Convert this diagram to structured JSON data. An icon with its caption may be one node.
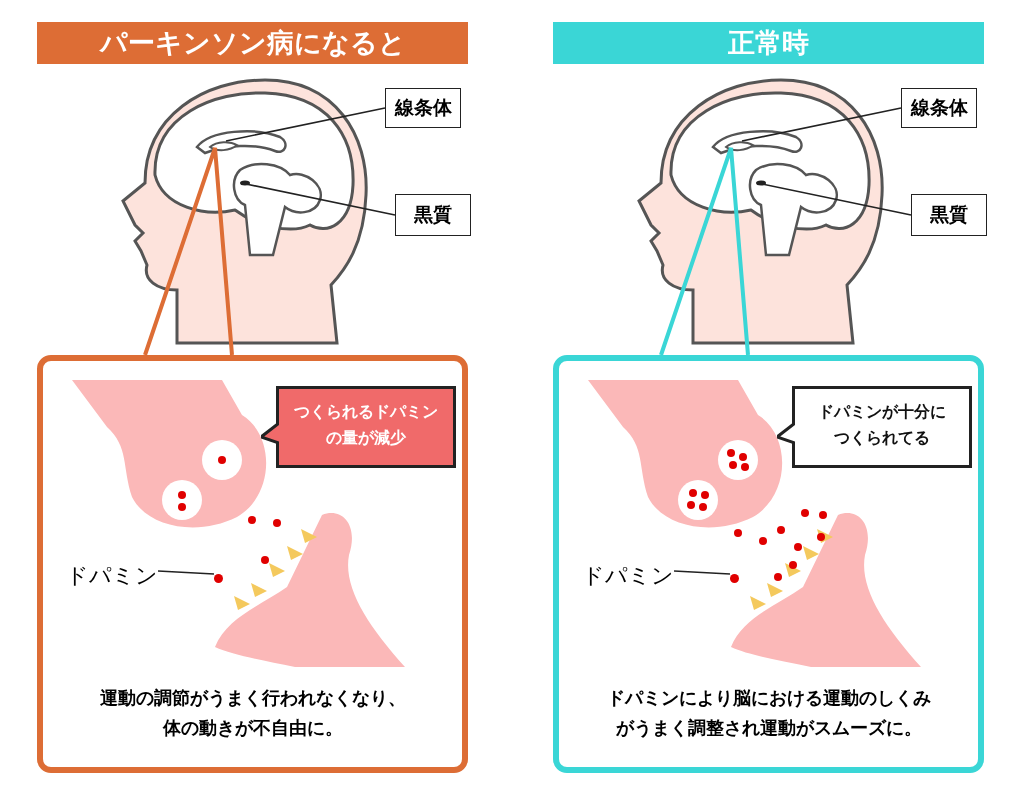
{
  "diagram": {
    "nodes": [
      {
        "text": [
          "パーキンソン病になると"
        ]
      },
      {
        "text": [],
        "shape": "picture"
      },
      {
        "text": [
          "線条体"
        ]
      },
      {
        "text": [
          "黒質"
        ]
      },
      {
        "text": [
          "運動の調節がうまく行われなくなり、体の動きが不自由に。"
        ]
      },
      {
        "text": [
          "つくられるドパミンの量が減少"
        ],
        "in": 4
      },
      {
        "text": [
          "ドパミン"
        ],
        "in": 4
      },
      {
        "text": [],
        "shape": "circle",
        "in": 4
      },
      {
        "text": [
          "正常時"
        ]
      },
      {
        "text": [],
        "shape": "picture"
      },
      {
        "text": [
          "線条体"
        ]
      },
      {
        "text": [
          "黒質"
        ]
      },
      {
        "text": [
          "ドパミンにより脳における運動のしくみがうまく調整され運動がスムーズに。"
        ]
      },
      {
        "text": [
          "ドパミンが十分につくられてる"
        ],
        "in": 12
      },
      {
        "text": [
          "ドパミン"
        ],
        "in": 12
      },
      {
        "text": [],
        "shape": "circle",
        "in": 12
      }
    ],
    "edges": [
      {
        "from": 2,
        "to": 1,
        "arrow": "none"
      },
      {
        "from": 3,
        "to": 1,
        "arrow": "none"
      },
      {
        "from": 1,
        "to": 4,
        "arrow": "none",
        "style": "thick",
        "color": "#dd6d35"
      },
      {
        "from": 6,
        "to": 7,
        "arrow": "none"
      },
      {
        "from": 10,
        "to": 9,
        "arrow": "none"
      },
      {
        "from": 11,
        "to": 9,
        "arrow": "none"
      },
      {
        "from": 9,
        "to": 12,
        "arrow": "none",
        "style": "thick",
        "color": "#3ad6d6"
      },
      {
        "from": 14,
        "to": 15,
        "arrow": "none"
      }
    ]
  }
}
